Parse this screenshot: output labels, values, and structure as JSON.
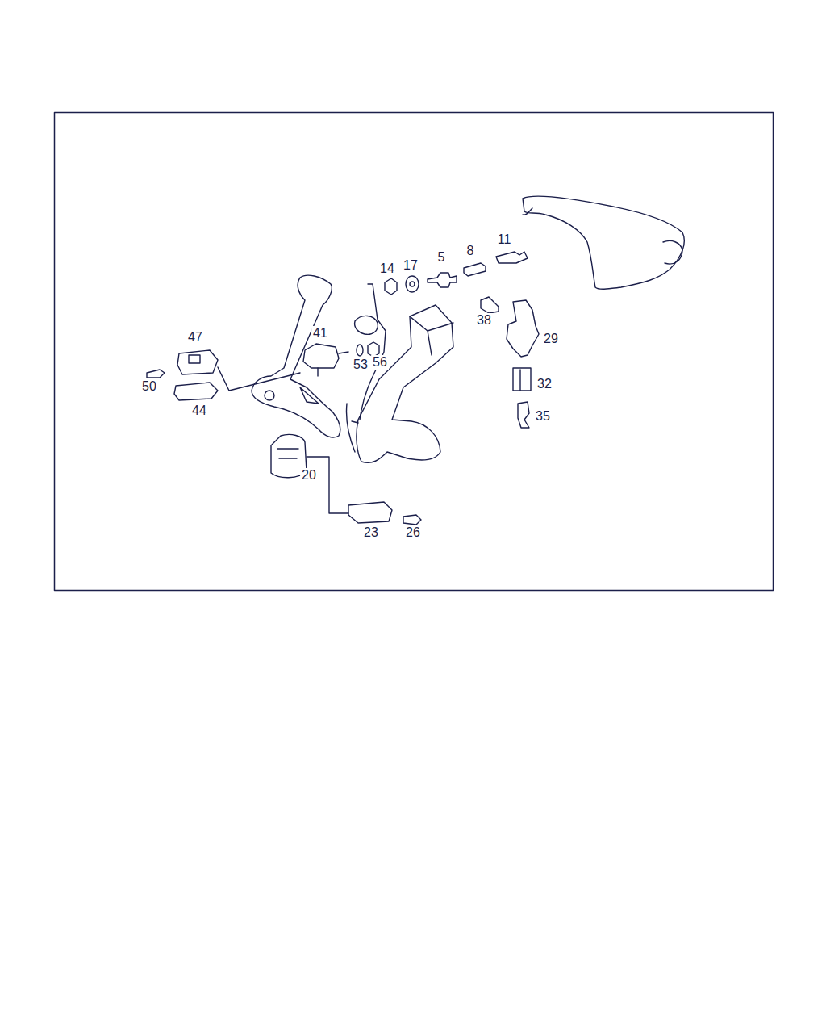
{
  "diagram": {
    "labels": [
      "14",
      "17",
      "5",
      "8",
      "11",
      "47",
      "41",
      "38",
      "29",
      "53",
      "56",
      "50",
      "44",
      "32",
      "35",
      "20",
      "23",
      "26"
    ]
  }
}
